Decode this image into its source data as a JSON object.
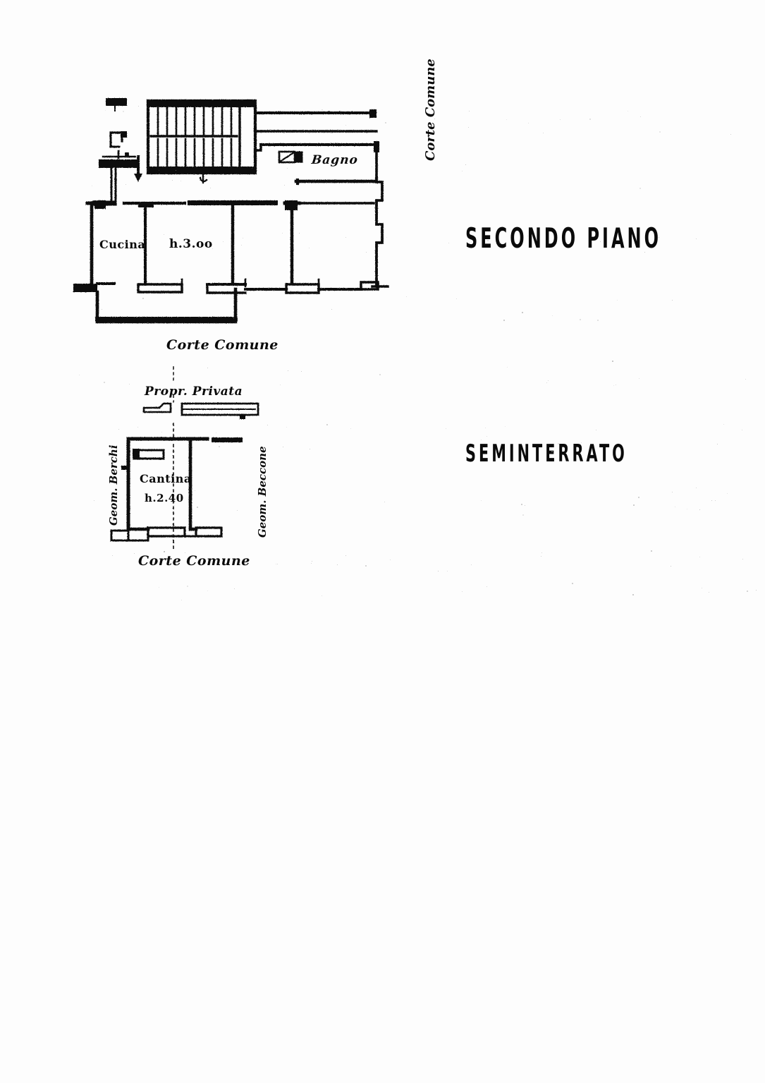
{
  "document": {
    "kind": "planimetria-catastale",
    "paper_color": "#fdfdfd",
    "ink_color": "#0a0a0a"
  },
  "headings": [
    {
      "id": "secondo-piano",
      "text": "SECONDO PIANO"
    },
    {
      "id": "seminterrato",
      "text": "SEMINTERRATO"
    }
  ],
  "upper_plan": {
    "name": "secondo-piano",
    "rooms": [
      {
        "id": "cucina",
        "label": "Cucina"
      },
      {
        "id": "bagno",
        "label": "Bagno"
      }
    ],
    "height_note": "h.3.oo",
    "edge_labels": [
      {
        "id": "corte-comune-right",
        "text": "Corte Comune",
        "orientation": "vertical"
      },
      {
        "id": "corte-comune-bottom",
        "text": "Corte Comune",
        "orientation": "horizontal"
      }
    ],
    "fixtures": [
      {
        "id": "bathtub",
        "icon": "bathtub-icon"
      },
      {
        "id": "stair",
        "icon": "staircase-icon",
        "treads_per_flight": 9,
        "flights": 2
      },
      {
        "id": "direction-arrow",
        "icon": "down-arrow-icon"
      }
    ]
  },
  "boundary_note": {
    "id": "proprieta-privata",
    "text": "Propr. Privata"
  },
  "lower_plan": {
    "name": "seminterrato",
    "rooms": [
      {
        "id": "cantina",
        "label": "Cantina"
      }
    ],
    "height_note": "h.2.40",
    "edge_labels": [
      {
        "id": "geom-left",
        "text": "Geom. Berchi",
        "orientation": "vertical"
      },
      {
        "id": "geom-right",
        "text": "Geom. Beccone",
        "orientation": "vertical"
      },
      {
        "id": "corte-comune-bottom",
        "text": "Corte Comune",
        "orientation": "horizontal"
      }
    ]
  }
}
